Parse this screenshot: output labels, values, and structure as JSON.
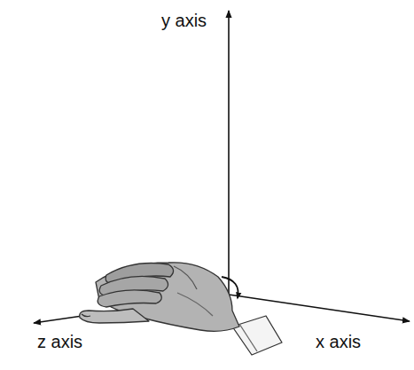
{
  "diagram": {
    "labels": [
      "y axis",
      "z axis",
      "x axis"
    ]
  }
}
